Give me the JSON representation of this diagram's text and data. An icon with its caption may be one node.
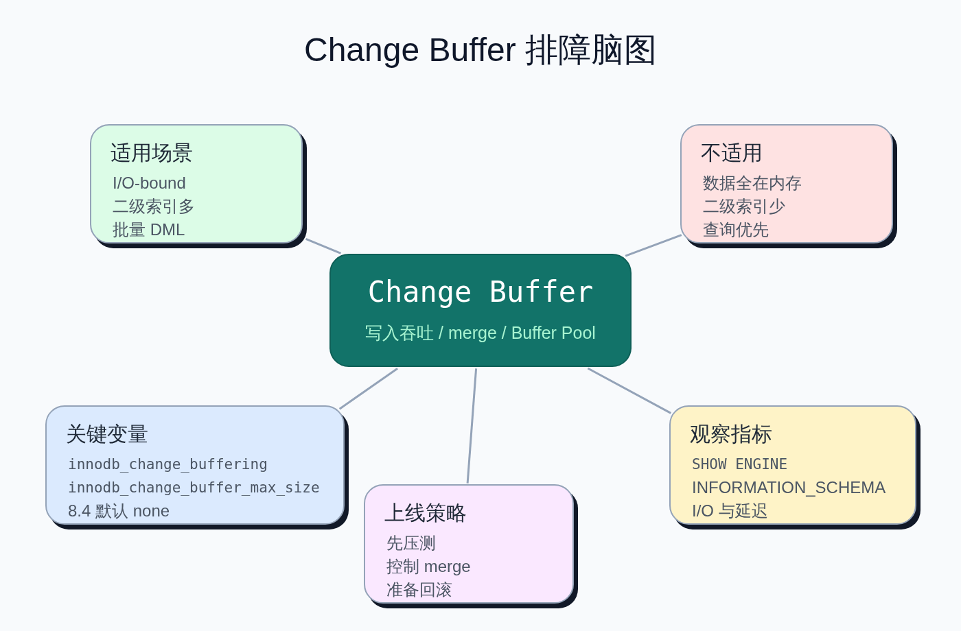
{
  "diagram": {
    "title": "Change Buffer 排障脑图",
    "nodes": [
      {
        "text": [
          "适用场景",
          "I/O-bound",
          "二级索引多",
          "批量 DML"
        ]
      },
      {
        "text": [
          "不适用",
          "数据全在内存",
          "二级索引少",
          "查询优先"
        ]
      },
      {
        "text": [
          "Change Buffer",
          "写入吞吐 / merge / Buffer Pool"
        ]
      },
      {
        "text": [
          "关键变量",
          "innodb_change_buffering",
          "innodb_change_buffer_max_size",
          "8.4 默认 none"
        ]
      },
      {
        "text": [
          "上线策略",
          "先压测",
          "控制 merge",
          "准备回滚"
        ]
      },
      {
        "text": [
          "观察指标",
          "SHOW ENGINE",
          "INFORMATION_SCHEMA",
          "I/O 与延迟"
        ]
      }
    ],
    "edges": [
      {
        "from": 2,
        "to": 0,
        "arrow": "none"
      },
      {
        "from": 2,
        "to": 1,
        "arrow": "none"
      },
      {
        "from": 2,
        "to": 3,
        "arrow": "none"
      },
      {
        "from": 2,
        "to": 4,
        "arrow": "none"
      },
      {
        "from": 2,
        "to": 5,
        "arrow": "none"
      }
    ]
  }
}
